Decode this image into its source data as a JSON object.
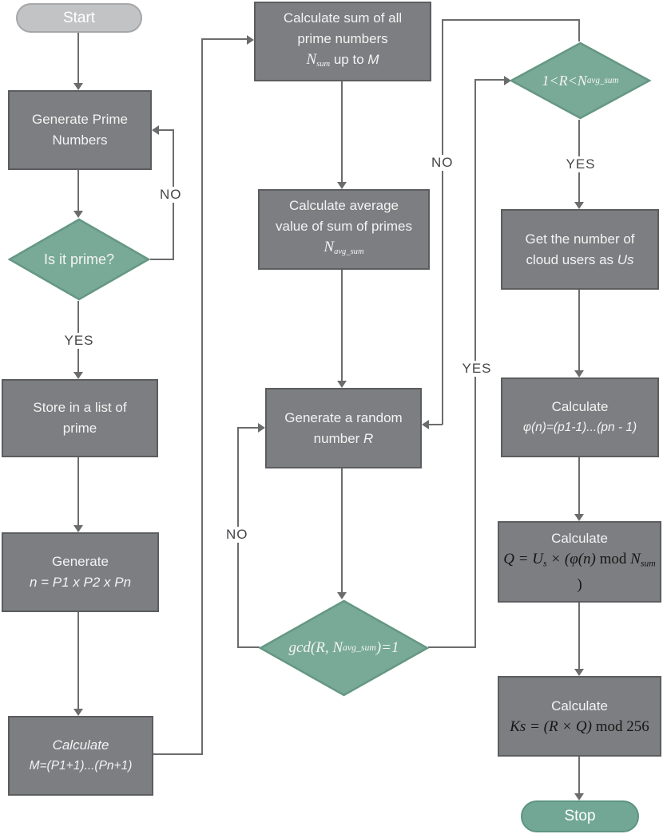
{
  "nodes": {
    "start": {
      "label": "Start"
    },
    "gen_primes": {
      "line1": "Generate Prime",
      "line2": "Numbers"
    },
    "is_prime": {
      "label": "Is it prime?"
    },
    "store_list": {
      "line1": "Store in a list of",
      "line2": "prime"
    },
    "gen_n": {
      "line1": "Generate",
      "formula": "n = P1 x P2 x Pn"
    },
    "calc_m": {
      "line1": "Calculate",
      "formula": "M=(P1+1)...(Pn+1)"
    },
    "calc_sum": {
      "line1": "Calculate sum of all",
      "line2": "prime numbers",
      "sym": "N",
      "sub": "sum",
      "tail": " up to ",
      "var": "M"
    },
    "calc_avg": {
      "line1": "Calculate average",
      "line2": "value of sum of primes",
      "sym": "N",
      "sub": "avg_sum"
    },
    "gen_r": {
      "line1": "Generate a random",
      "line2": "number ",
      "var": "R"
    },
    "gcd_check": {
      "pre": "gcd(R, N",
      "sub": "avg_sum",
      "post": ")=1"
    },
    "range_check": {
      "pre": "1<R<N",
      "sub": "avg_sum"
    },
    "get_users": {
      "line1": "Get the number of",
      "line2": "cloud users as ",
      "var": "Us"
    },
    "calc_phi": {
      "line1": "Calculate",
      "formula": "φ(n)=(p1-1)...(pn - 1)"
    },
    "calc_q": {
      "line1": "Calculate",
      "f1": "Q = U",
      "sub1": "s",
      "f2": " × (φ(n)",
      "f3": " mod ",
      "f4": "N",
      "sub2": "sum",
      "f5": " )"
    },
    "calc_ks": {
      "line1": "Calculate",
      "f1": "Ks = (R × Q)",
      "f2": " mod 256"
    },
    "stop": {
      "label": "Stop"
    }
  },
  "edge_labels": {
    "is_prime_yes": "YES",
    "is_prime_no": "NO",
    "gcd_no": "NO",
    "gcd_yes": "YES",
    "range_no": "NO",
    "range_yes": "YES"
  },
  "colors": {
    "process_fill": "#7d7e81",
    "process_border": "#5c5d5f",
    "decision_fill": "#79aa98",
    "decision_border": "#659784",
    "start_fill": "#c2c3c5",
    "stop_fill": "#72a795",
    "connector": "#6b6c6e"
  }
}
